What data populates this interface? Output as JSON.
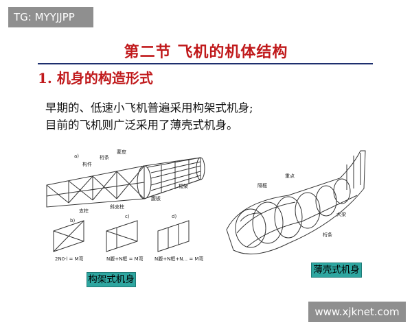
{
  "tag": "TG: MYYJJPP",
  "title": "第二节  飞机的机体结构",
  "section_heading": "1. 机身的构造形式",
  "body_lines": [
    "早期的、低速小飞机普遍采用构架式机身;",
    "目前的飞机则广泛采用了薄壳式机身。"
  ],
  "left_figure": {
    "labels": {
      "a": "a)",
      "b": "b)",
      "c": "c)",
      "d": "d)",
      "truss_top": "构件",
      "truss_beam": "桁条",
      "skin": "蒙皮",
      "frame": "框架",
      "web": "腹板",
      "diag": "斜支柱",
      "post": "支柱",
      "eq1": "2N0·l = M弯",
      "eq2": "N腹+N框 = M弯",
      "eq3": "N腹+N框+N... = M弯"
    },
    "caption": "构架式机身"
  },
  "right_figure": {
    "labels": {
      "ring": "隔框",
      "spar": "大梁",
      "stringer": "桁条",
      "point": "重点"
    },
    "caption": "薄壳式机身"
  },
  "watermark": "www.xjknet.com"
}
